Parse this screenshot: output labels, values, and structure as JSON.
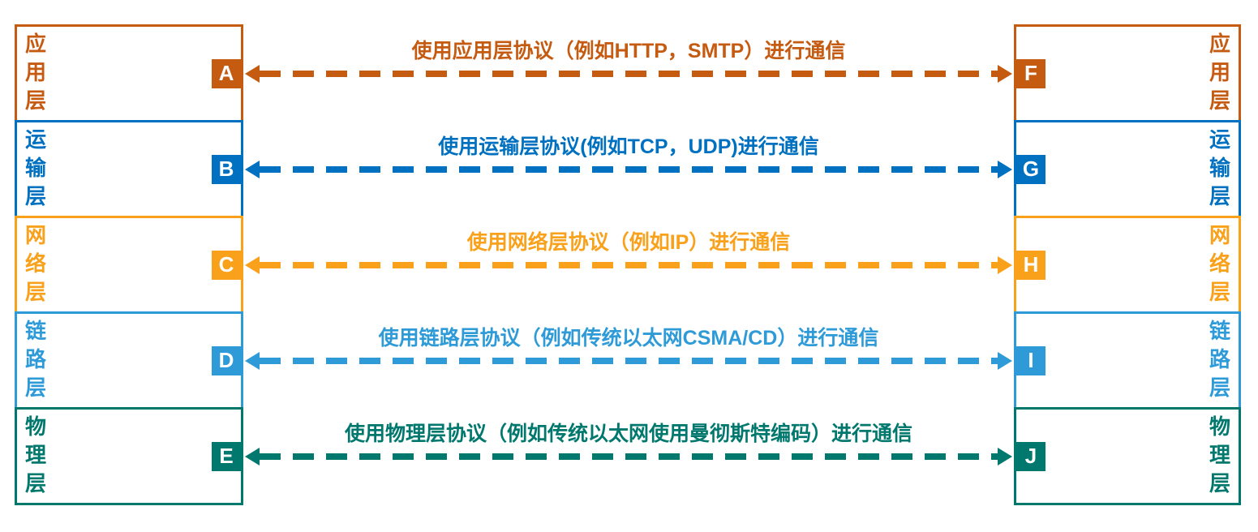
{
  "layers": [
    {
      "name": "应用层",
      "vertical_name": "应\n用\n层",
      "left_badge": "A",
      "right_badge": "F",
      "label": "使用应用层协议（例如HTTP，SMTP）进行通信",
      "color": "#C55A11"
    },
    {
      "name": "运输层",
      "vertical_name": "运\n输\n层",
      "left_badge": "B",
      "right_badge": "G",
      "label": "使用运输层协议(例如TCP，UDP)进行通信",
      "color": "#0070C0"
    },
    {
      "name": "网络层",
      "vertical_name": "网\n络\n层",
      "left_badge": "C",
      "right_badge": "H",
      "label": "使用网络层协议（例如IP）进行通信",
      "color": "#F9A11B"
    },
    {
      "name": "链路层",
      "vertical_name": "链\n路\n层",
      "left_badge": "D",
      "right_badge": "I",
      "label": "使用链路层协议（例如传统以太网CSMA/CD）进行通信",
      "color": "#2E9BD8"
    },
    {
      "name": "物理层",
      "vertical_name": "物\n理\n层",
      "left_badge": "E",
      "right_badge": "J",
      "label": "使用物理层协议（例如传统以太网使用曼彻斯特编码）进行通信",
      "color": "#00786E"
    }
  ]
}
